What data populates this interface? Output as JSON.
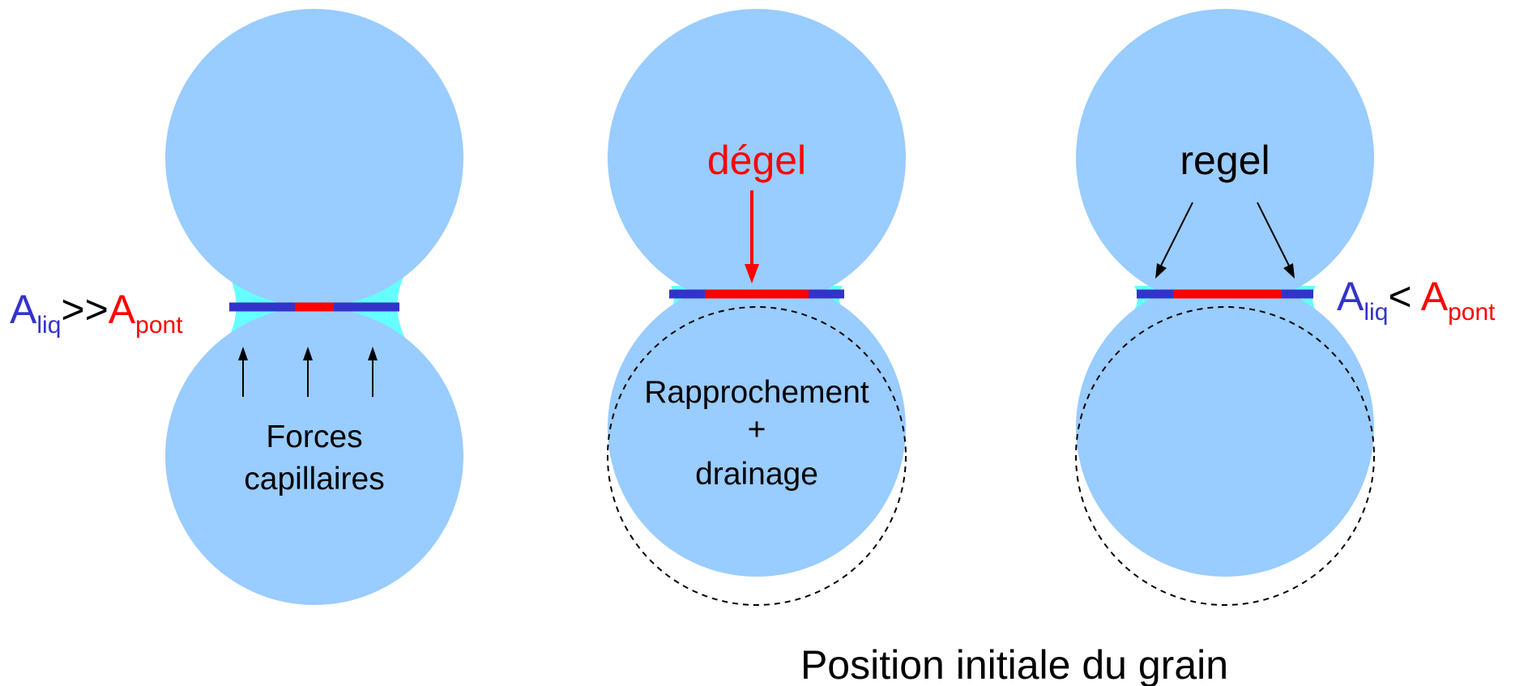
{
  "panels": {
    "left": {
      "caption_line1": "Forces",
      "caption_line2": "capillaires",
      "ratio": {
        "a": "A",
        "a_sub": "liq",
        "op": ">>",
        "b": "A",
        "b_sub": "pont"
      }
    },
    "middle": {
      "title": "dégel",
      "caption_line1": "Rapprochement",
      "caption_line2": "+",
      "caption_line3": "drainage"
    },
    "right": {
      "title": "regel",
      "ratio": {
        "a": "A",
        "a_sub": "liq",
        "op": "< ",
        "b": "A",
        "b_sub": "pont"
      }
    }
  },
  "footer": "Position initiale du grain",
  "colors": {
    "grain": "#99CCFF",
    "liquid": "#66FFFF",
    "liquid_line": "#3333CC",
    "bridge": "#FF0000",
    "text": "#000000"
  }
}
